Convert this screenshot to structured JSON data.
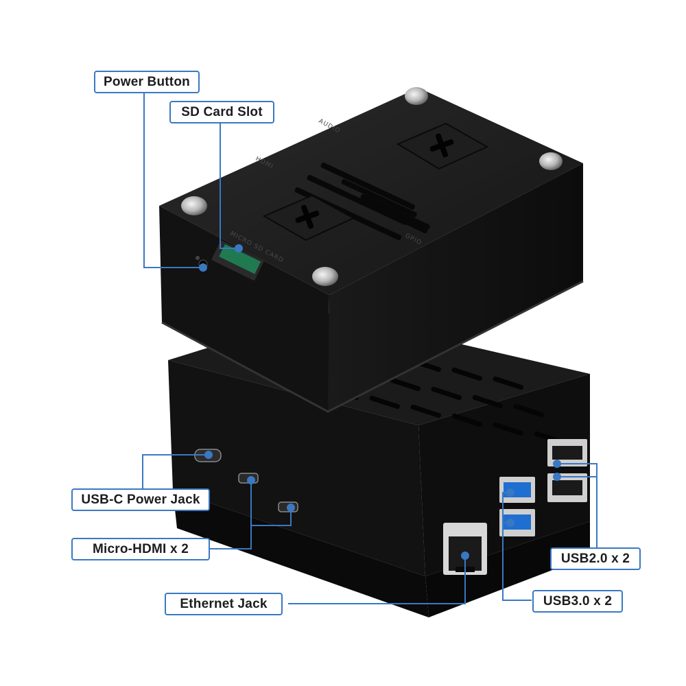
{
  "labels": {
    "power_button": "Power Button",
    "sd_card_slot": "SD Card Slot",
    "usb_c_power_jack": "USB-C Power Jack",
    "micro_hdmi": "Micro-HDMI x 2",
    "ethernet_jack": "Ethernet Jack",
    "usb2": "USB2.0 x 2",
    "usb3": "USB3.0 x 2"
  },
  "case_markings": {
    "micro_sd_card": "MICRO SD CARD",
    "hdmi": "HDMI",
    "audio": "AUDIO",
    "gpio": "GPIO"
  },
  "colors": {
    "callout_border": "#3a78c2",
    "leader_line": "#3a78c2",
    "case_black": "#141414",
    "usb3_blue": "#1e6fd0"
  }
}
